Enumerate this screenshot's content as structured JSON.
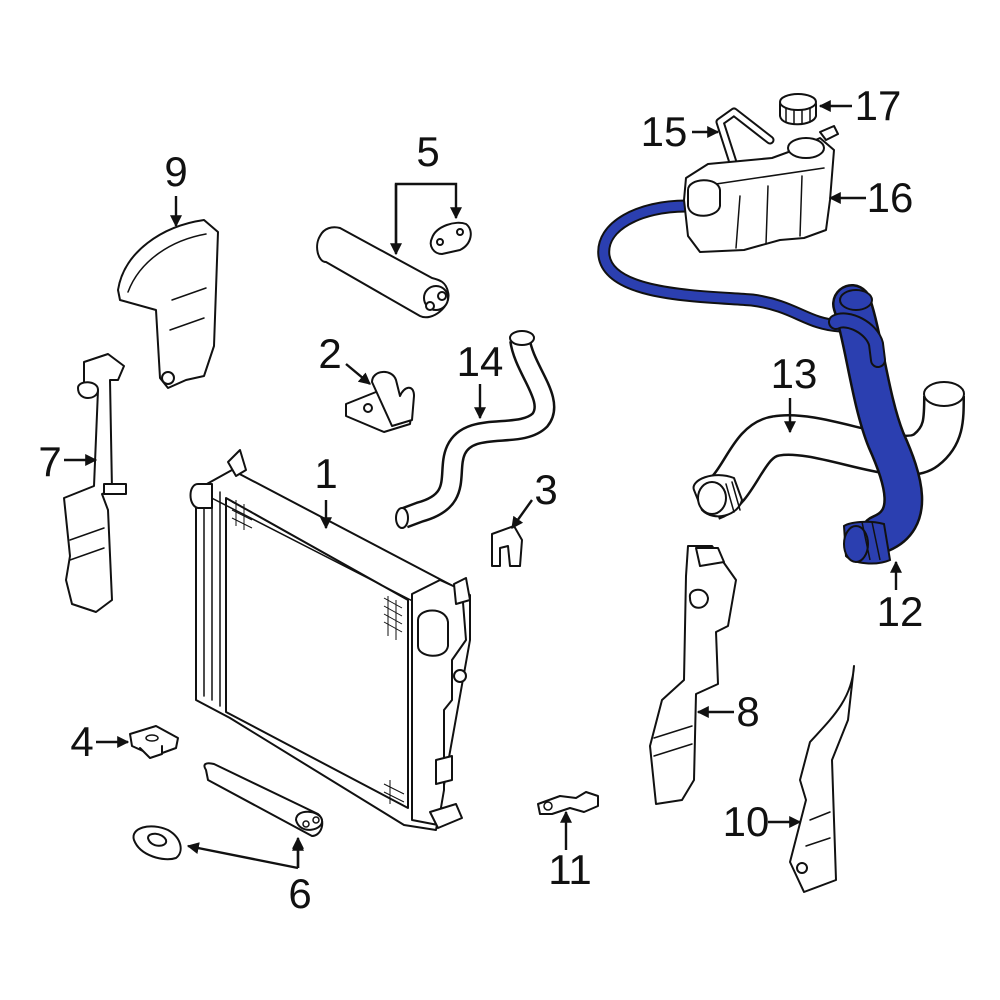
{
  "diagram": {
    "highlight_color": "#2b3fb0",
    "outline_color": "#111111",
    "callouts": [
      {
        "id": "1",
        "label": "1"
      },
      {
        "id": "2",
        "label": "2"
      },
      {
        "id": "3",
        "label": "3"
      },
      {
        "id": "4",
        "label": "4"
      },
      {
        "id": "5",
        "label": "5"
      },
      {
        "id": "6",
        "label": "6"
      },
      {
        "id": "7",
        "label": "7"
      },
      {
        "id": "8",
        "label": "8"
      },
      {
        "id": "9",
        "label": "9"
      },
      {
        "id": "10",
        "label": "10"
      },
      {
        "id": "11",
        "label": "11"
      },
      {
        "id": "12",
        "label": "12"
      },
      {
        "id": "13",
        "label": "13"
      },
      {
        "id": "14",
        "label": "14"
      },
      {
        "id": "15",
        "label": "15"
      },
      {
        "id": "16",
        "label": "16"
      },
      {
        "id": "17",
        "label": "17"
      }
    ]
  }
}
